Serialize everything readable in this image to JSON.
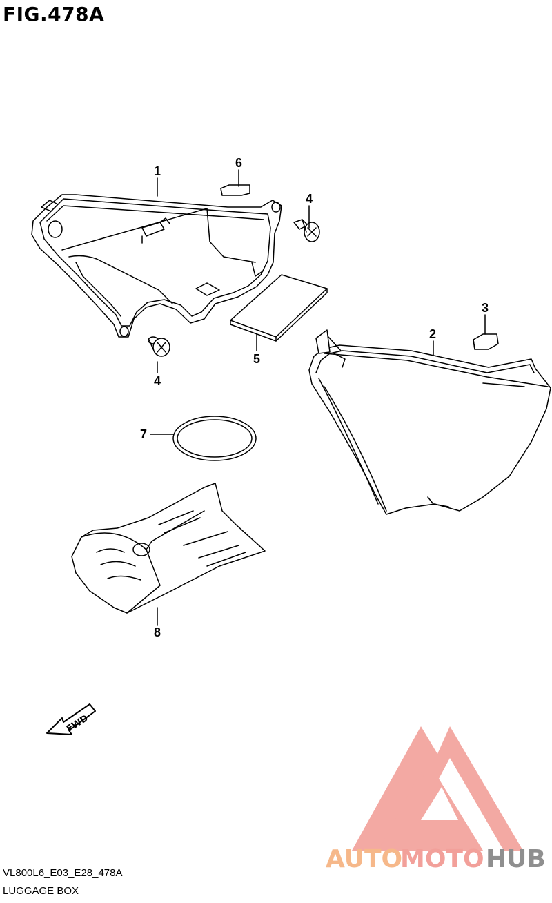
{
  "figure": {
    "title": "FIG.478A"
  },
  "callouts": [
    {
      "id": "1",
      "text": "1"
    },
    {
      "id": "2",
      "text": "2"
    },
    {
      "id": "3",
      "text": "3"
    },
    {
      "id": "4a",
      "text": "4"
    },
    {
      "id": "4b",
      "text": "4"
    },
    {
      "id": "5",
      "text": "5"
    },
    {
      "id": "6",
      "text": "6"
    },
    {
      "id": "7",
      "text": "7"
    },
    {
      "id": "8",
      "text": "8"
    }
  ],
  "fwd_arrow": {
    "label": "FWD"
  },
  "footer": {
    "code": "VL800L6_E03_E28_478A",
    "caption": "LUGGAGE BOX"
  },
  "watermark": {
    "part1": "AUTO",
    "part2": "MOTO",
    "part3": "HUB",
    "colors": {
      "auto": "#f6b88a",
      "moto": "#f2a09a",
      "hub": "#8f8f8f",
      "logo": "#f2a09a"
    }
  }
}
